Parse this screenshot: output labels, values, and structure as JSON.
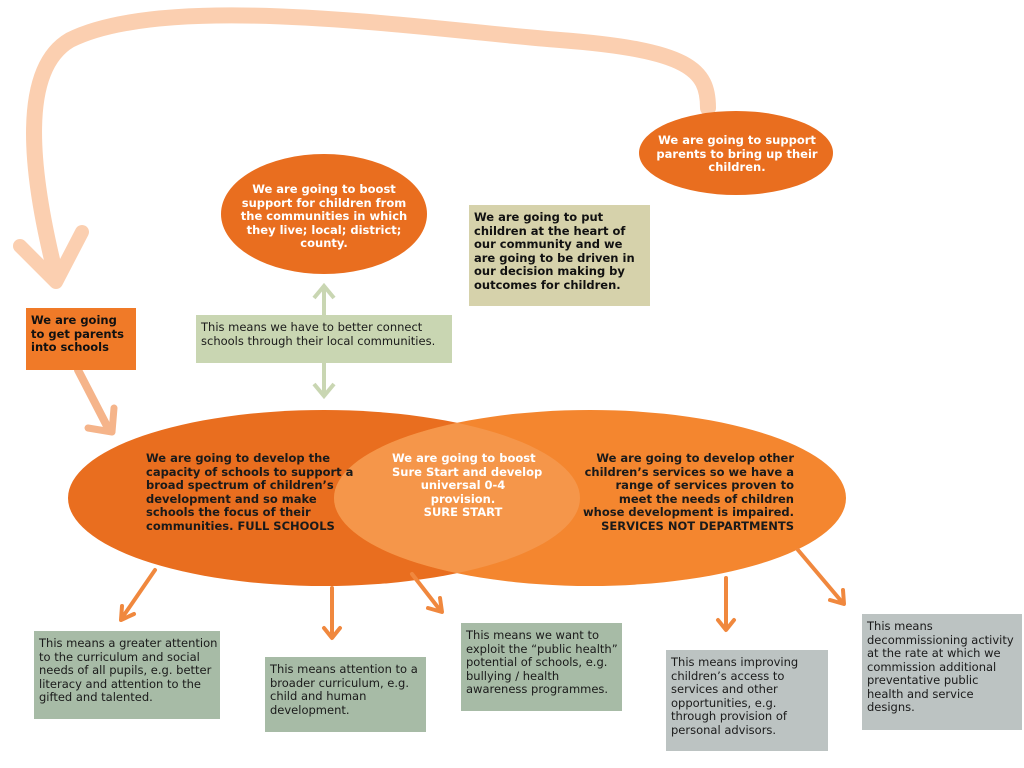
{
  "colors": {
    "orange_dark": "#e96e1f",
    "orange_mid": "#f4862f",
    "orange_overlap": "#f5964a",
    "arrow_orange": "#f0883e",
    "arrow_peach": "#fbcfb0",
    "arrow_sage": "#c9d6b2",
    "box_tan": "#d6d2ab",
    "box_sage_light": "#c9d6b2",
    "box_sage": "#a7bba6",
    "box_grey": "#bcc3c2",
    "box_orange": "#f07a28"
  },
  "ovals": {
    "parents": {
      "lines": [
        "We are going to support",
        "parents to bring up their",
        "children."
      ]
    },
    "communities": {
      "lines": [
        "We are going to boost",
        "support for children from",
        "the communities in which",
        "they live; local; district;",
        "county."
      ]
    }
  },
  "boxes": {
    "heart": {
      "lines": [
        "We are going to put",
        "children at the heart of",
        "our community and we",
        "are going to be driven in",
        "our decision making by",
        "outcomes for children."
      ]
    },
    "parents_schools": {
      "lines": [
        "We are going",
        "to get parents",
        "into schools"
      ]
    },
    "connect": {
      "lines": [
        "This  means we have to better connect",
        "schools through their local communities."
      ]
    },
    "curriculum": {
      "lines": [
        "This means a greater attention",
        "to the curriculum and social",
        "needs of all pupils, e.g. better",
        "literacy and attention to the",
        "gifted and talented."
      ]
    },
    "broader": {
      "lines": [
        "This means attention to a",
        "broader curriculum, e.g.",
        "child and human",
        "development."
      ]
    },
    "public_health": {
      "lines": [
        "This means we want to",
        "exploit the “public health”",
        "potential of schools, e.g.",
        "bullying / health",
        "awareness programmes."
      ]
    },
    "access": {
      "lines": [
        "This means improving",
        "children’s access to",
        "services and other",
        "opportunities, e.g.",
        "through provision of",
        "personal advisors."
      ]
    },
    "decommission": {
      "lines": [
        "This means",
        "decommissioning activity",
        "at the rate at which we",
        "commission additional",
        "preventative public",
        "health and service",
        "designs."
      ]
    }
  },
  "venn": {
    "left": {
      "lines": [
        "We are going to develop the",
        "capacity of schools to support a",
        "broad spectrum of children’s",
        "development and so make",
        "schools the focus of their",
        "communities. FULL SCHOOLS"
      ]
    },
    "center": {
      "lines": [
        "We are going to boost",
        "Sure Start and develop",
        "universal 0-4",
        "provision.",
        "SURE START"
      ]
    },
    "right": {
      "lines": [
        "We are going to develop other",
        "children’s services so we have a",
        "range of services proven to",
        "meet the needs of children",
        "whose development is impaired.",
        "SERVICES NOT DEPARTMENTS"
      ]
    }
  }
}
